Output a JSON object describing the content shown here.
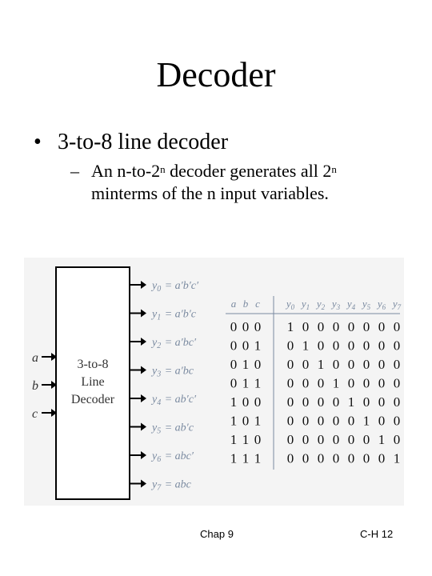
{
  "slide": {
    "title": "Decoder",
    "bullet": "3-to-8 line decoder",
    "sub_prefix": "An n-to-2",
    "sub_sup1": "n",
    "sub_mid": " decoder generates all 2",
    "sub_sup2": "n",
    "sub_line2": "minterms of the n input variables."
  },
  "figure": {
    "block_lines": [
      "3-to-8",
      "Line",
      "Decoder"
    ],
    "inputs": [
      "a",
      "b",
      "c"
    ],
    "outputs": [
      {
        "sym": "y",
        "sub": "0",
        "expr": "= a′b′c′"
      },
      {
        "sym": "y",
        "sub": "1",
        "expr": "= a′b′c"
      },
      {
        "sym": "y",
        "sub": "2",
        "expr": "= a′bc′"
      },
      {
        "sym": "y",
        "sub": "3",
        "expr": "= a′bc"
      },
      {
        "sym": "y",
        "sub": "4",
        "expr": "= ab′c′"
      },
      {
        "sym": "y",
        "sub": "5",
        "expr": "= ab′c"
      },
      {
        "sym": "y",
        "sub": "6",
        "expr": "= abc′"
      },
      {
        "sym": "y",
        "sub": "7",
        "expr": "= abc"
      }
    ],
    "table": {
      "input_headers": [
        "a",
        "b",
        "c"
      ],
      "output_headers": [
        "y0",
        "y1",
        "y2",
        "y3",
        "y4",
        "y5",
        "y6",
        "y7"
      ],
      "rows": [
        [
          "0 0 0",
          "1 0 0 0 0 0 0 0"
        ],
        [
          "0 0 1",
          "0 1 0 0 0 0 0 0"
        ],
        [
          "0 1 0",
          "0 0 1 0 0 0 0 0"
        ],
        [
          "0 1 1",
          "0 0 0 1 0 0 0 0"
        ],
        [
          "1 0 0",
          "0 0 0 0 1 0 0 0"
        ],
        [
          "1 0 1",
          "0 0 0 0 0 1 0 0"
        ],
        [
          "1 1 0",
          "0 0 0 0 0 0 1 0"
        ],
        [
          "1 1 1",
          "0 0 0 0 0 0 0 1"
        ]
      ]
    }
  },
  "footer": {
    "left": "Chap 9",
    "right": "C-H 12"
  }
}
